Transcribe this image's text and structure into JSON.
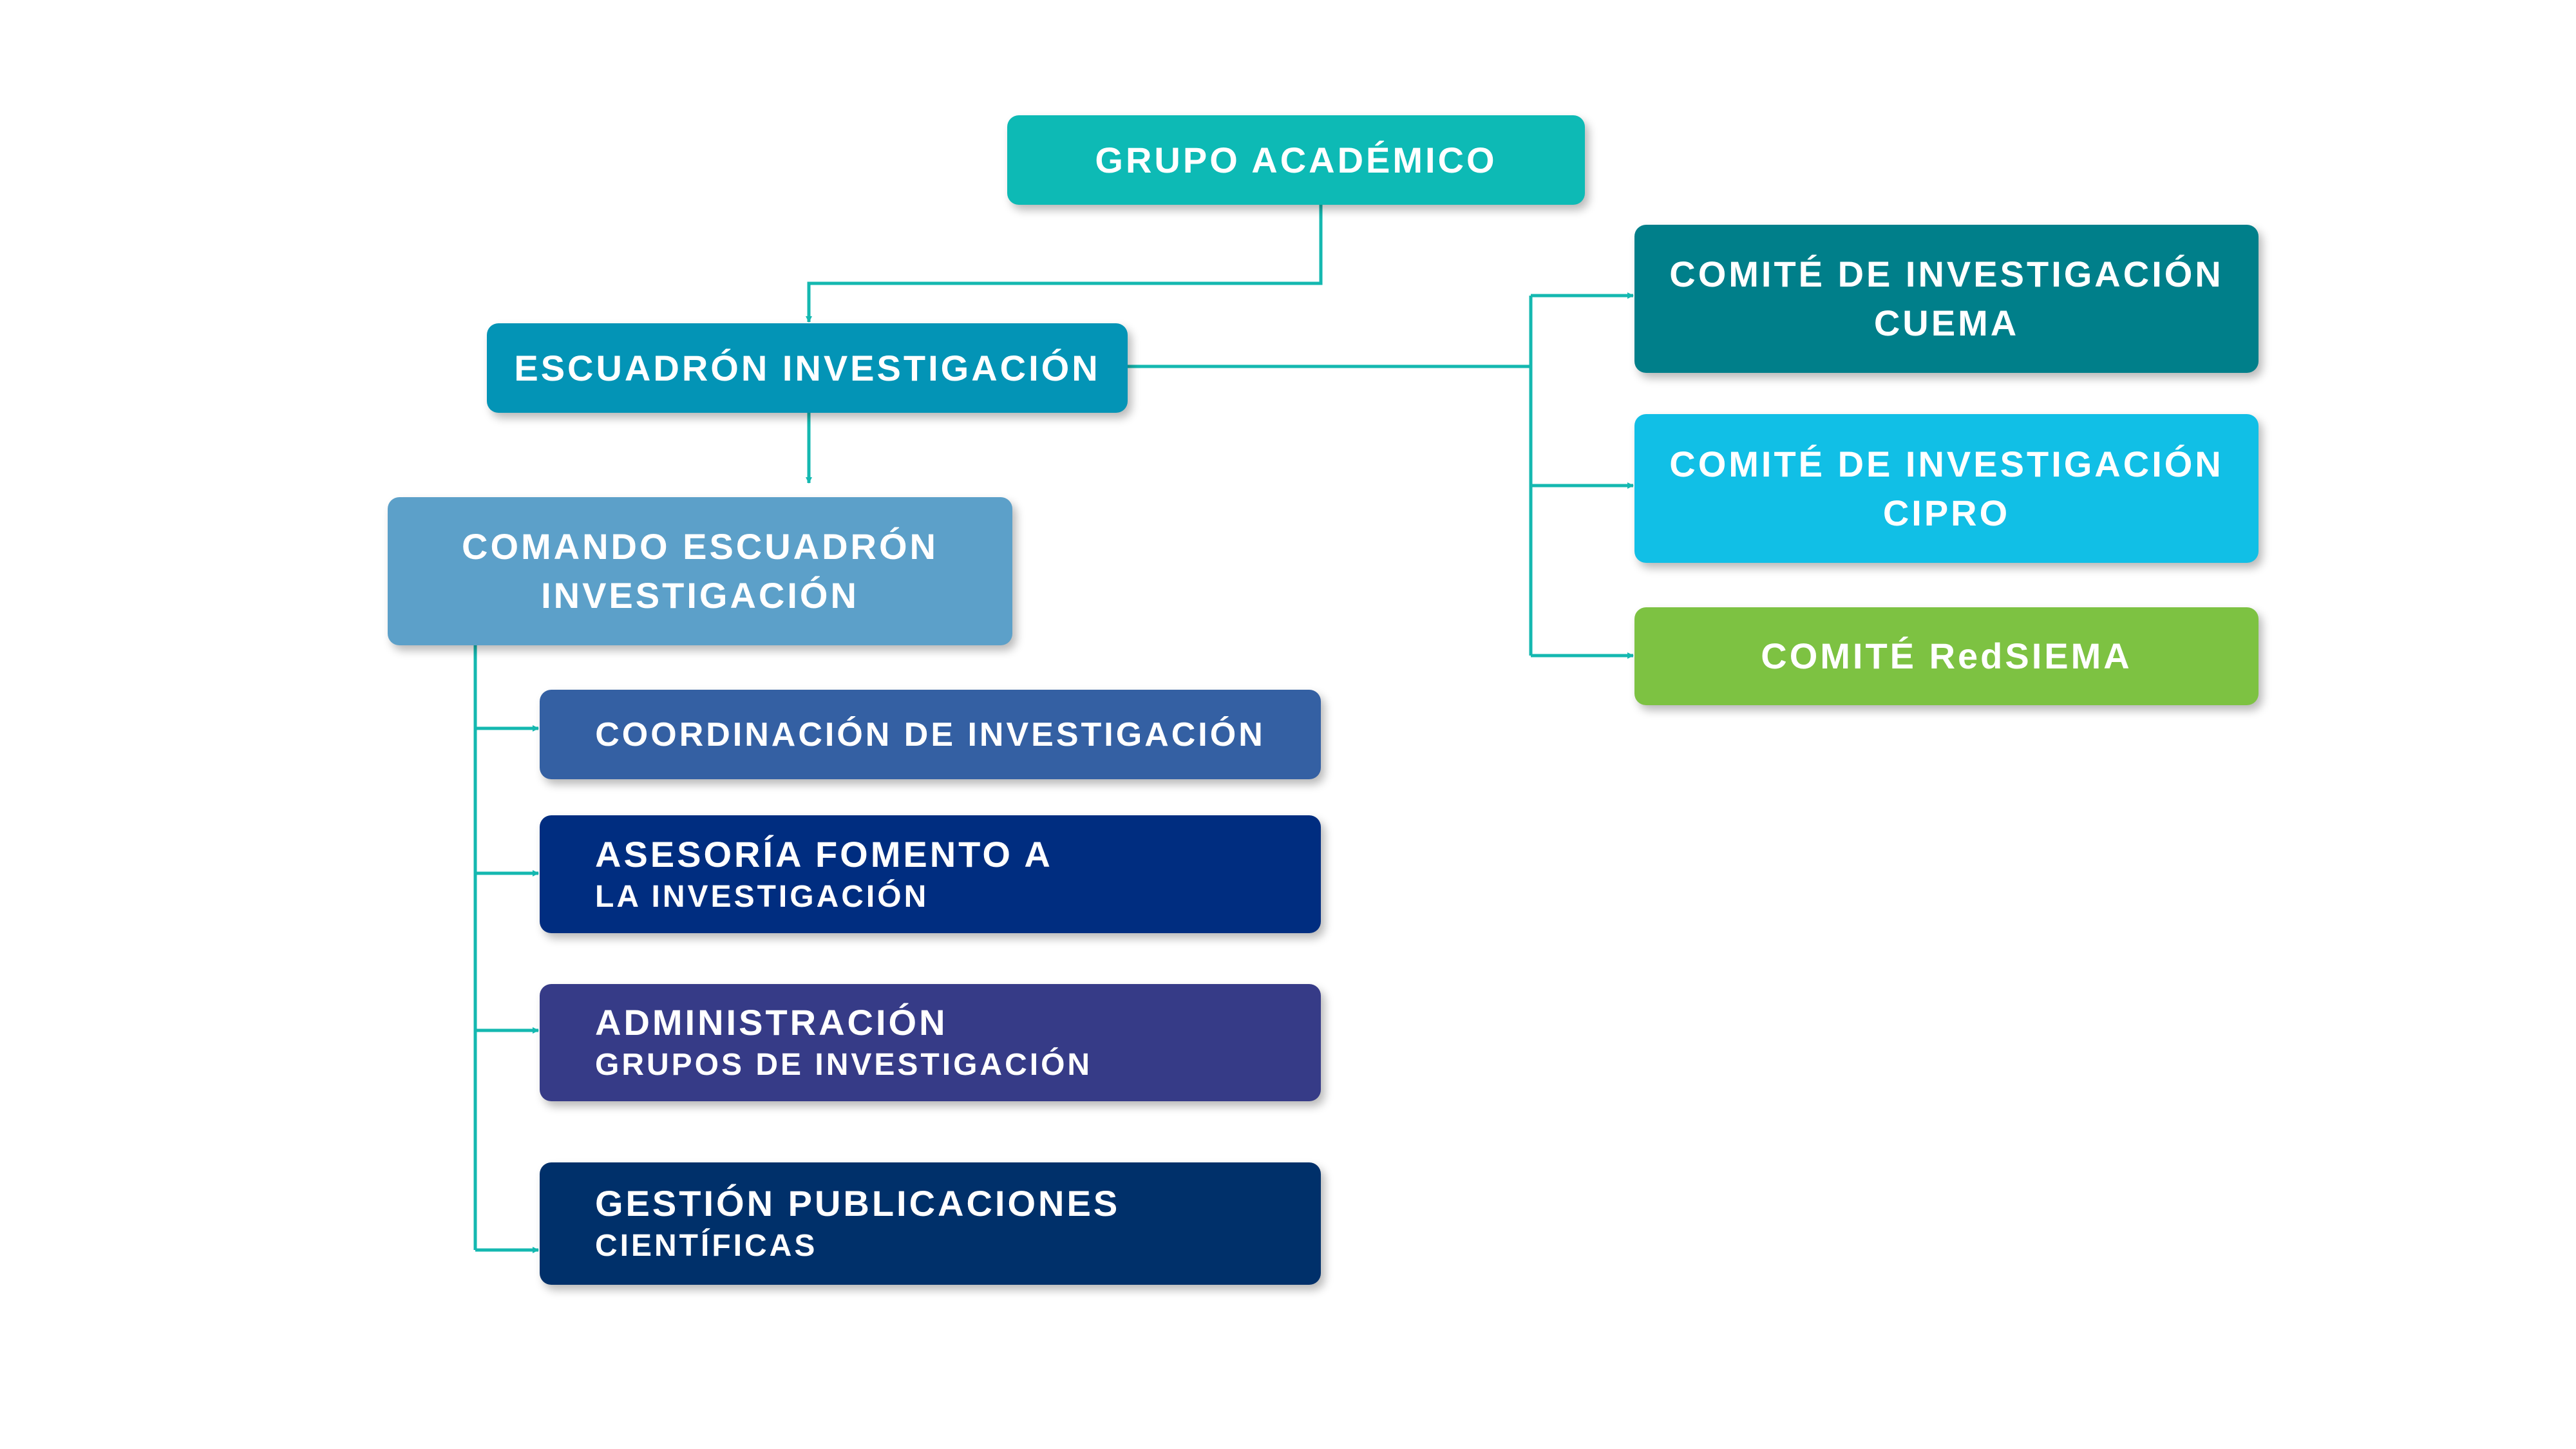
{
  "nodes": {
    "grupo": {
      "label": "GRUPO ACADÉMICO",
      "color": "#0dbab5"
    },
    "escuadron": {
      "label": "ESCUADRÓN INVESTIGACIÓN",
      "color": "#0394b6"
    },
    "comando": {
      "line1": "COMANDO ESCUADRÓN",
      "line2": "INVESTIGACIÓN",
      "color": "#5ca0c9"
    },
    "coordinacion": {
      "label": "COORDINACIÓN DE INVESTIGACIÓN",
      "color": "#3460a3"
    },
    "asesoria": {
      "line1": "ASESORÍA FOMENTO A",
      "line2": "LA INVESTIGACIÓN",
      "color": "#002d80"
    },
    "administracion": {
      "line1": "ADMINISTRACIÓN",
      "line2": "GRUPOS DE INVESTIGACIÓN",
      "color": "#363b87"
    },
    "gestion": {
      "line1": "GESTIÓN PUBLICACIONES",
      "line2": "CIENTÍFICAS",
      "color": "#00306a"
    },
    "cuema": {
      "line1": "COMITÉ DE INVESTIGACIÓN",
      "line2": "CUEMA",
      "color": "#007f8a"
    },
    "cipro": {
      "line1": "COMITÉ DE INVESTIGACIÓN",
      "line2": "CIPRO",
      "color": "#11bfe6"
    },
    "redsiema": {
      "label": "COMITÉ RedSIEMA",
      "color": "#7dc242"
    }
  },
  "connector_color": "#14b8b0"
}
